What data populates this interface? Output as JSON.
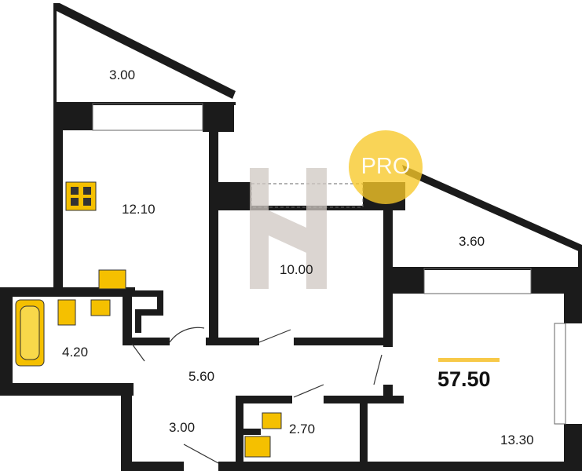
{
  "rooms": {
    "balcony_top": "3.00",
    "kitchen": "12.10",
    "living": "10.00",
    "balcony_right": "3.60",
    "bathroom": "4.20",
    "hall": "5.60",
    "hall_lower": "3.00",
    "toilet": "2.70",
    "bedroom": "13.30"
  },
  "total_area": "57.50",
  "watermark": "PRO",
  "colors": {
    "wall": "#1b1b1b",
    "fixture": "#f5c000",
    "accent_bar": "#f7c948",
    "watermark_circle": "#f7c828"
  }
}
